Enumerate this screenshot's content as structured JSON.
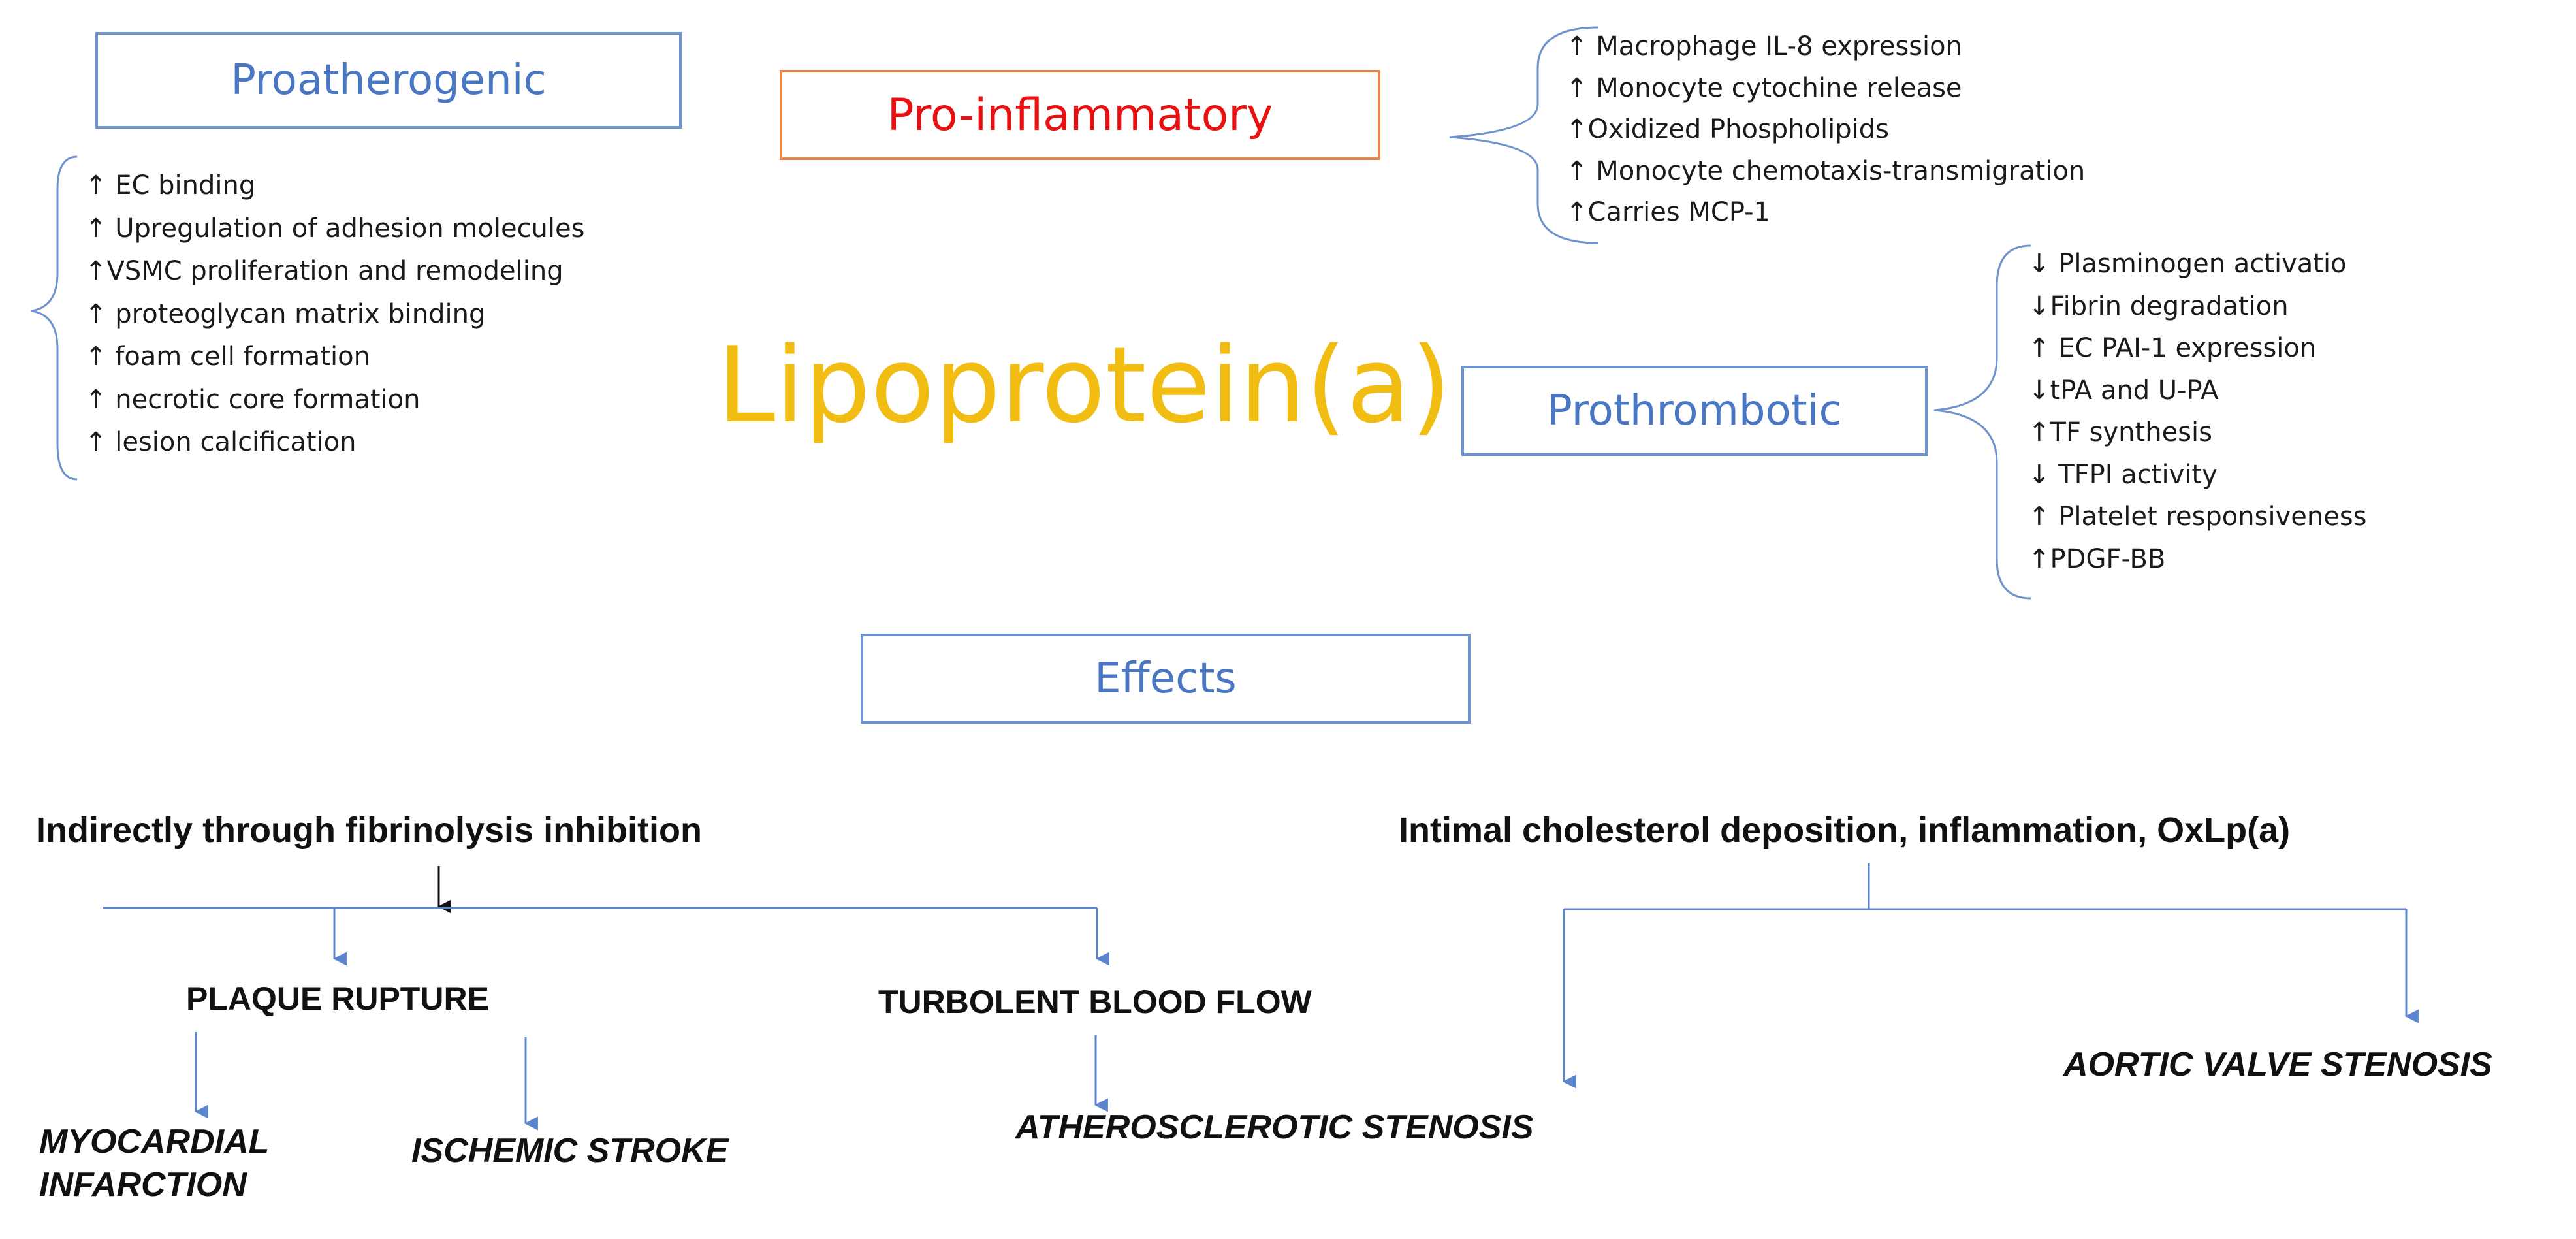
{
  "central_label": "Lipoprotein(a)",
  "proatherogenic": {
    "title": "Proatherogenic",
    "items": [
      "↑ EC binding",
      "↑ Upregulation of adhesion molecules",
      "↑VSMC proliferation and remodeling",
      "↑ proteoglycan matrix binding",
      "↑ foam cell formation",
      "↑ necrotic core formation",
      "↑ lesion calcification"
    ]
  },
  "proinflammatory": {
    "title": "Pro-inflammatory",
    "items": [
      "↑ Macrophage IL-8 expression",
      "↑ Monocyte cytochine release",
      "↑Oxidized Phospholipids",
      "↑ Monocyte chemotaxis-transmigration",
      "↑Carries MCP-1"
    ]
  },
  "prothrombotic": {
    "title": "Prothrombotic",
    "items": [
      "↓ Plasminogen activatio",
      "↓Fibrin degradation",
      "↑ EC PAI-1 expression",
      "↓tPA and U-PA",
      "↑TF synthesis",
      "↓ TFPI activity",
      "↑ Platelet responsiveness",
      "↑PDGF-BB"
    ]
  },
  "effects": {
    "title": "Effects",
    "left_heading": "Indirectly through fibrinolysis inhibition",
    "right_heading": "Intimal cholesterol deposition, inflammation, OxLp(a)",
    "plaque_rupture": "PLAQUE RUPTURE",
    "turbolent_flow": "TURBOLENT BLOOD FLOW",
    "myocardial_line1": "MYOCARDIAL",
    "myocardial_line2": "INFARCTION",
    "ischemic_stroke": "ISCHEMIC STROKE",
    "atherosclerotic": "ATHEROSCLEROTIC STENOSIS",
    "aortic": "AORTIC VALVE STENOSIS"
  },
  "colors": {
    "box_blue": "#6f93cc",
    "title_blue": "#4a77c4",
    "proinflammatory_red": "#e81010",
    "proinflammatory_border": "#e98a4c",
    "central_gold": "#f2bd13",
    "arrow_blue": "#5b86cf"
  }
}
